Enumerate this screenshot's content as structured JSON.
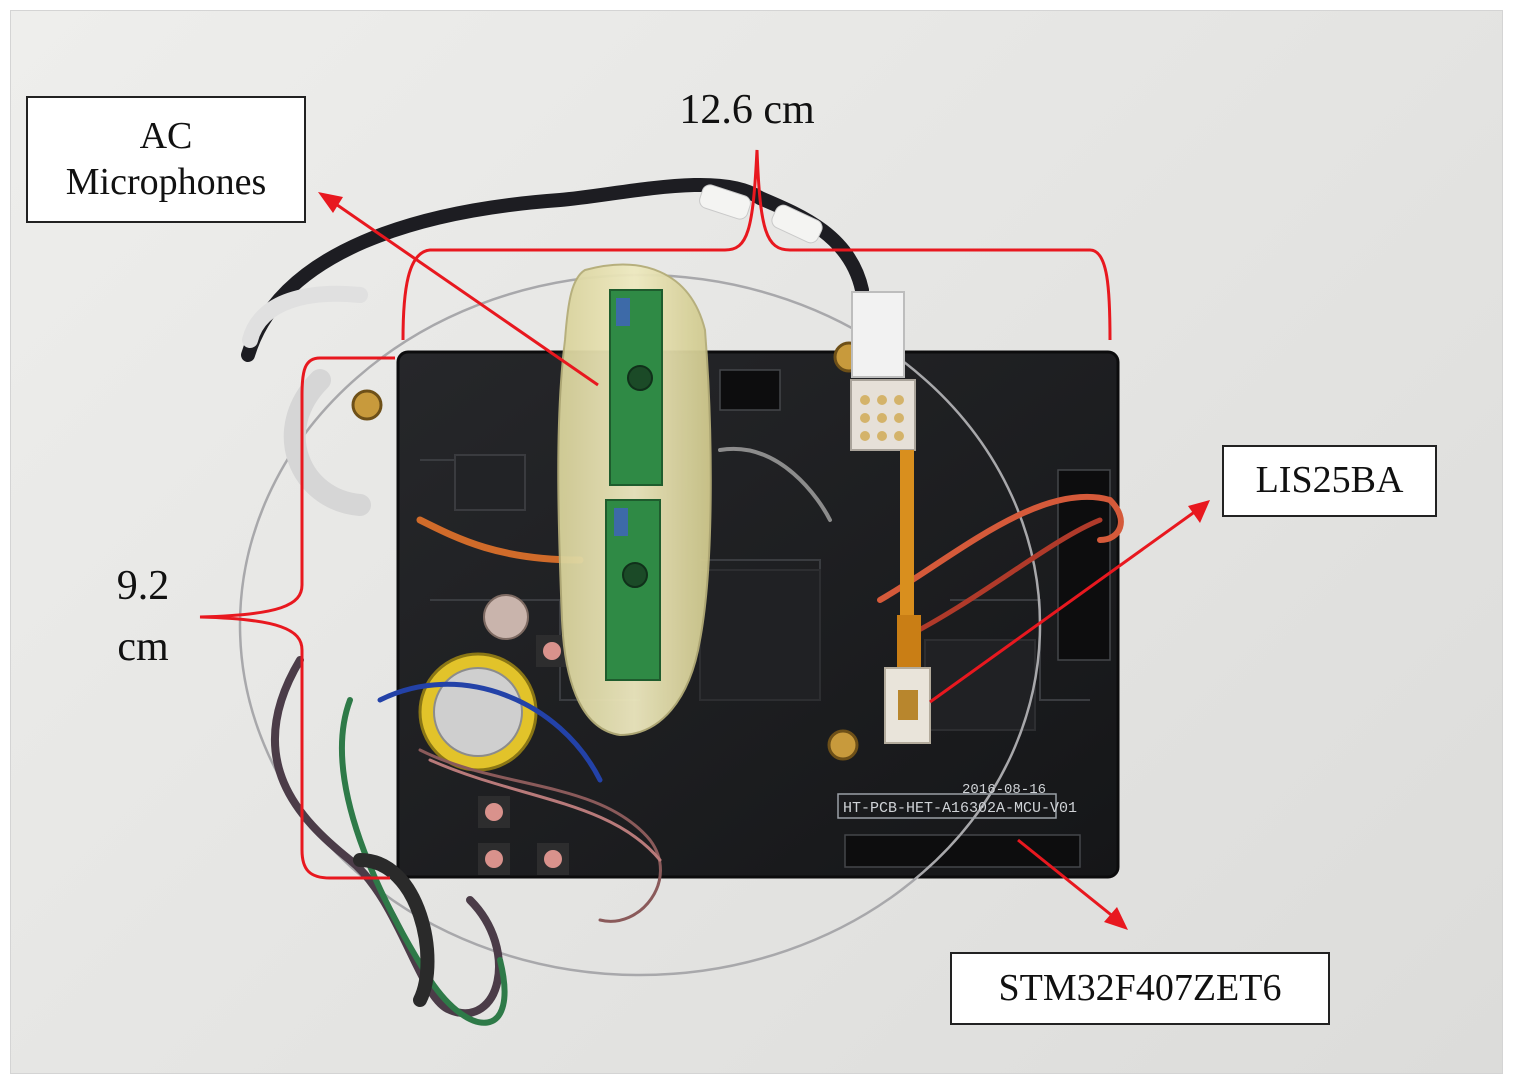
{
  "labels": {
    "ac_microphones": {
      "line1": "AC",
      "line2": "Microphones"
    },
    "lis25ba": "LIS25BA",
    "stm32": "STM32F407ZET6"
  },
  "dimensions": {
    "width": "12.6 cm",
    "height_value": "9.2",
    "height_unit": "cm"
  },
  "board": {
    "pcb_date": "2016-08-16",
    "pcb_id": "HT-PCB-HET-A16302A-MCU-V01"
  },
  "colors": {
    "annotation": "#e8181f",
    "pcb": "#1c1d1f",
    "background": "#e8e8e6"
  }
}
